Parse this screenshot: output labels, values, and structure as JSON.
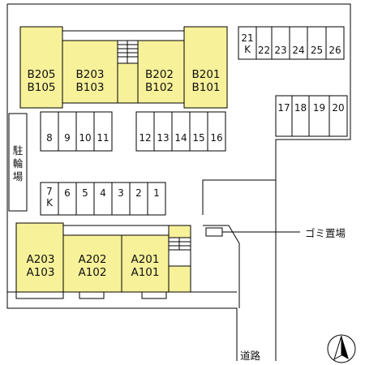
{
  "buildings": {
    "b205": {
      "upper": "B205",
      "lower": "B105"
    },
    "b203": {
      "upper": "B203",
      "lower": "B103"
    },
    "b202": {
      "upper": "B202",
      "lower": "B102"
    },
    "b201": {
      "upper": "B201",
      "lower": "B101"
    },
    "a203": {
      "upper": "A203",
      "lower": "A103"
    },
    "a202": {
      "upper": "A202",
      "lower": "A102"
    },
    "a201": {
      "upper": "A201",
      "lower": "A101"
    }
  },
  "parking": {
    "top_right": [
      "22",
      "23",
      "24",
      "25",
      "26"
    ],
    "slot21": {
      "number": "21",
      "note": "K"
    },
    "right": [
      "17",
      "18",
      "19",
      "20"
    ],
    "row_left": [
      "8",
      "9",
      "10",
      "11"
    ],
    "row_right": [
      "12",
      "13",
      "14",
      "15",
      "16"
    ],
    "row_lower": [
      "6",
      "5",
      "4",
      "3",
      "2",
      "1"
    ],
    "slot7": {
      "number": "7",
      "note": "K"
    }
  },
  "labels": {
    "bicycle_parking": [
      "駐",
      "輪",
      "場"
    ],
    "garbage": "ゴミ置場",
    "road": "道路"
  },
  "colors": {
    "building": "#f7f19a",
    "line": "#000000"
  }
}
